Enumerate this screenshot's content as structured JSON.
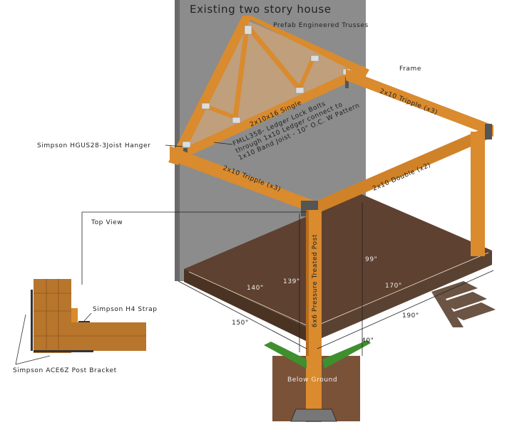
{
  "title": "Existing two story house",
  "labels": {
    "trusses": "Prefab Engineered Trusses",
    "frame": "Frame",
    "back_beam": "2x10 Tripple (x3)",
    "truss_chord": "2x10x16 Single",
    "ledger_line1": "FMLL358- Ledger Lock Bolts",
    "ledger_line2": "through 1x10 Ledger connect to",
    "ledger_line3": "1x10 Band Joist - 10\" O.C. W Pattern",
    "joist_hanger": "Simpson HGUS28-3Joist Hanger",
    "left_beam": "2x10 Tripple (x3)",
    "front_beam": "2x10 Double (x2)",
    "top_view": "Top View",
    "post": "6x6 Pressure Treated Post",
    "h4_strap": "Simpson H4 Strap",
    "post_bracket": "Simpson ACE6Z Post Bracket",
    "below_ground": "Below Ground"
  },
  "dimensions": {
    "d99": "99\"",
    "d139": "139\"",
    "d140": "140\"",
    "d170": "170\"",
    "d150": "150\"",
    "d190": "190\"",
    "d40": "40\""
  },
  "colors": {
    "wood": "#d98b2e",
    "deck": "#5e4130",
    "wall": "#8c8c8c",
    "soil": "#7a5238",
    "grass": "#3f8f2f"
  }
}
